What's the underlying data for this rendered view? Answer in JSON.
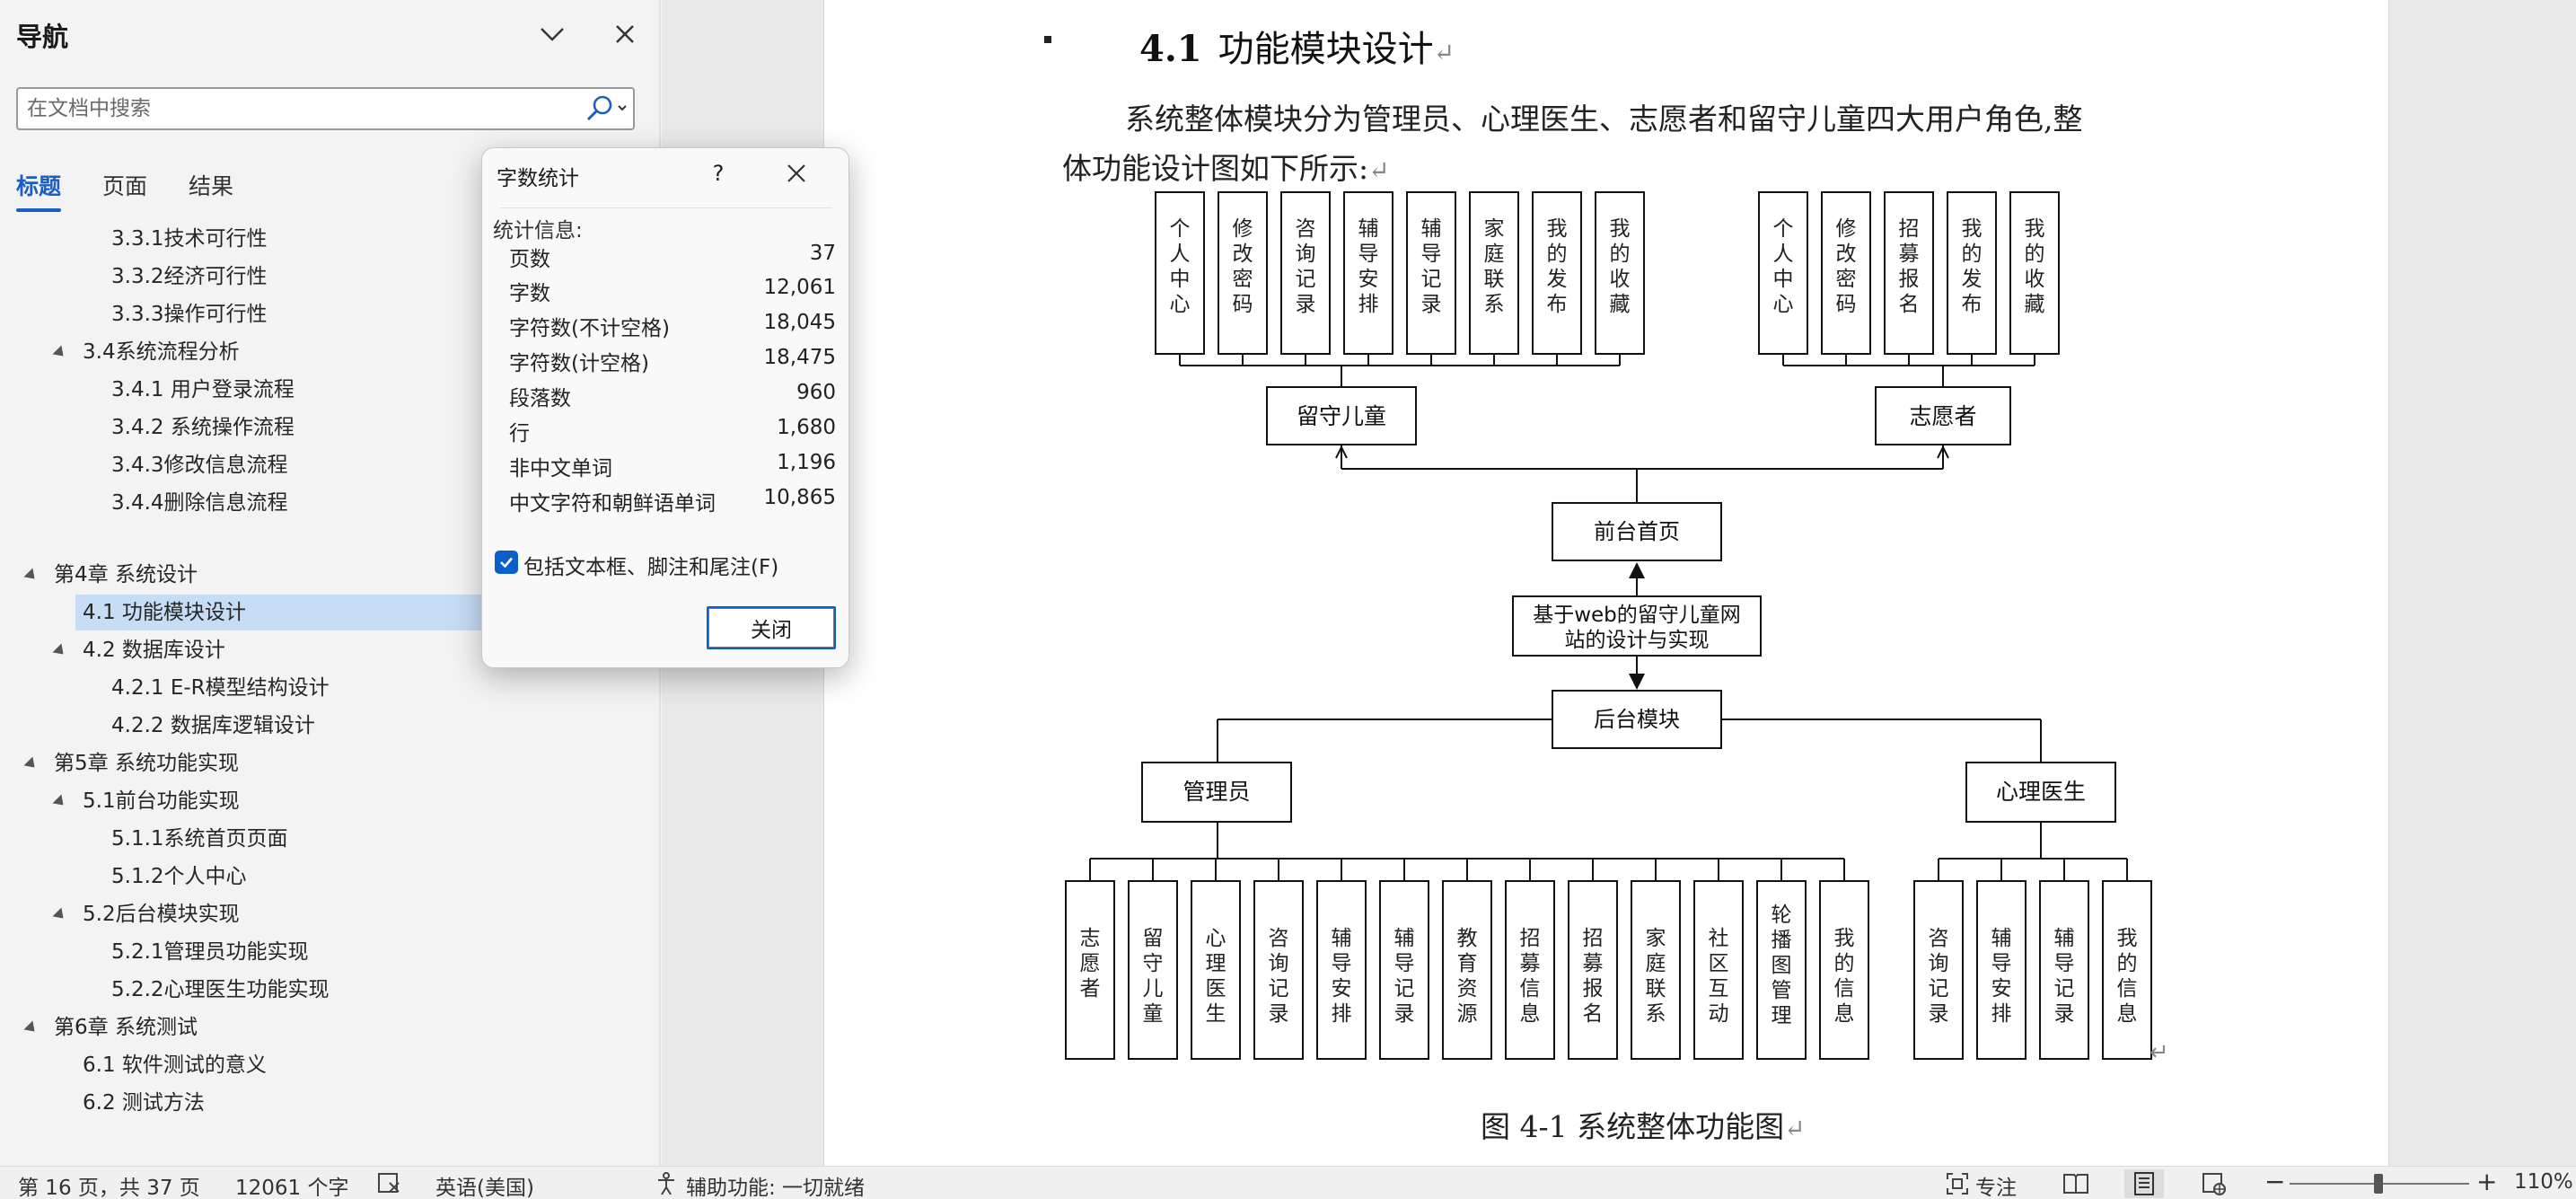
{
  "nav": {
    "title": "导航",
    "search_placeholder": "在文档中搜索",
    "tabs": [
      {
        "label": "标题",
        "active": true
      },
      {
        "label": "页面",
        "active": false
      },
      {
        "label": "结果",
        "active": false
      }
    ],
    "tree": [
      {
        "label": "3.3.1技术可行性",
        "level": 3
      },
      {
        "label": "3.3.2经济可行性",
        "level": 3
      },
      {
        "label": "3.3.3操作可行性",
        "level": 3
      },
      {
        "label": "3.4系统流程分析",
        "level": 2,
        "expanded": true
      },
      {
        "label": "3.4.1 用户登录流程",
        "level": 3
      },
      {
        "label": "3.4.2 系统操作流程",
        "level": 3
      },
      {
        "label": "3.4.3修改信息流程",
        "level": 3
      },
      {
        "label": "3.4.4删除信息流程",
        "level": 3
      },
      {
        "label": "第4章 系统设计",
        "level": 1,
        "expanded": true
      },
      {
        "label": "4.1 功能模块设计",
        "level": 2,
        "selected": true
      },
      {
        "label": "4.2 数据库设计",
        "level": 2,
        "expanded": true
      },
      {
        "label": "4.2.1 E-R模型结构设计",
        "level": 3
      },
      {
        "label": "4.2.2 数据库逻辑设计",
        "level": 3
      },
      {
        "label": "第5章 系统功能实现",
        "level": 1,
        "expanded": true
      },
      {
        "label": "5.1前台功能实现",
        "level": 2,
        "expanded": true
      },
      {
        "label": "5.1.1系统首页页面",
        "level": 3
      },
      {
        "label": "5.1.2个人中心",
        "level": 3
      },
      {
        "label": "5.2后台模块实现",
        "level": 2,
        "expanded": true
      },
      {
        "label": "5.2.1管理员功能实现",
        "level": 3
      },
      {
        "label": "5.2.2心理医生功能实现",
        "level": 3
      },
      {
        "label": "第6章 系统测试",
        "level": 1,
        "expanded": true
      },
      {
        "label": "6.1 软件测试的意义",
        "level": 2
      },
      {
        "label": "6.2 测试方法",
        "level": 2
      }
    ]
  },
  "dialog": {
    "title": "字数统计",
    "help": "?",
    "section": "统计信息:",
    "stats": [
      {
        "label": "页数",
        "value": "37"
      },
      {
        "label": "字数",
        "value": "12,061"
      },
      {
        "label": "字符数(不计空格)",
        "value": "18,045"
      },
      {
        "label": "字符数(计空格)",
        "value": "18,475"
      },
      {
        "label": "段落数",
        "value": "960"
      },
      {
        "label": "行",
        "value": "1,680"
      },
      {
        "label": "非中文单词",
        "value": "1,196"
      },
      {
        "label": "中文字符和朝鲜语单词",
        "value": "10,865"
      }
    ],
    "include_label": "包括文本框、脚注和尾注(F)",
    "include_checked": true,
    "close_label": "关闭"
  },
  "document": {
    "heading_num": "4.1",
    "heading_text": "功能模块设计",
    "body_line1": "系统整体模块分为管理员、心理医生、志愿者和留守儿童四大用户角色,整",
    "body_line2": "体功能设计图如下所示:",
    "caption": "图 4-1  系统整体功能图",
    "paragraph_mark": "↵"
  },
  "diagram": {
    "root": "基于web的留守儿童网站的设计与实现",
    "root_line1": "基于web的留守儿童网",
    "root_line2": "站的设计与实现",
    "front": "前台首页",
    "back": "后台模块",
    "child_role": "留守儿童",
    "volunteer_role": "志愿者",
    "admin_role": "管理员",
    "doctor_role": "心理医生",
    "child_funcs": [
      "个人中心",
      "修改密码",
      "咨询记录",
      "辅导安排",
      "辅导记录",
      "家庭联系",
      "我的发布",
      "我的收藏"
    ],
    "volunteer_funcs": [
      "个人中心",
      "修改密码",
      "招募报名",
      "我的发布",
      "我的收藏"
    ],
    "admin_funcs": [
      "志愿者",
      "留守儿童",
      "心理医生",
      "咨询记录",
      "辅导安排",
      "辅导记录",
      "教育资源",
      "招募信息",
      "招募报名",
      "家庭联系",
      "社区互动",
      "轮播图管理",
      "我的信息"
    ],
    "doctor_funcs": [
      "咨询记录",
      "辅导安排",
      "辅导记录",
      "我的信息"
    ]
  },
  "status": {
    "page_info": "第 16 页，共 37 页",
    "word_count": "12061 个字",
    "language": "英语(美国)",
    "accessibility": "辅助功能: 一切就绪",
    "focus": "专注",
    "zoom": "110%",
    "zoom_percent": 110
  }
}
